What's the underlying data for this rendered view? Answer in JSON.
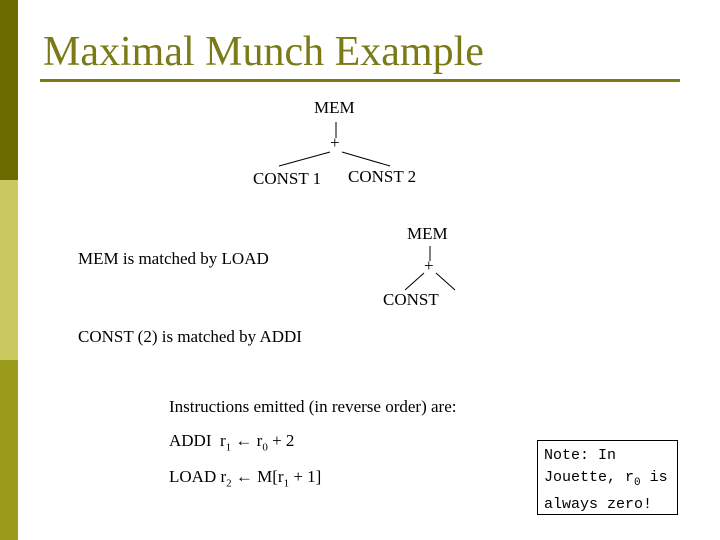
{
  "slide": {
    "title": "Maximal Munch Example",
    "accent_color": "#7a7a16",
    "bar_colors": [
      "#6b6b00",
      "#c9c960",
      "#9c9c1c"
    ]
  },
  "tree1": {
    "root": "MEM",
    "op": "+",
    "left": "CONST 1",
    "right": "CONST 2"
  },
  "tree2": {
    "root": "MEM",
    "op": "+",
    "child": "CONST"
  },
  "body": {
    "mem_matched": "MEM is matched by LOAD",
    "const_matched": "CONST (2) is matched by ADDI",
    "instructions_heading": "Instructions emitted (in reverse order) are:",
    "instr1": {
      "op": "ADDI",
      "dst_reg": "r",
      "dst_sub": "1",
      "arrow": "←",
      "src_reg": "r",
      "src_sub": "0",
      "rest": "+ 2"
    },
    "instr2": {
      "op": "LOAD",
      "dst_reg": "r",
      "dst_sub": "2",
      "arrow": "←",
      "pre": "M[r",
      "src_sub": "1",
      "rest": "+ 1]"
    }
  },
  "note": {
    "line1": "Note: In",
    "line2_pre": "Jouette, r",
    "line2_sub": "0",
    "line2_post": " is",
    "line3": "always zero!"
  }
}
